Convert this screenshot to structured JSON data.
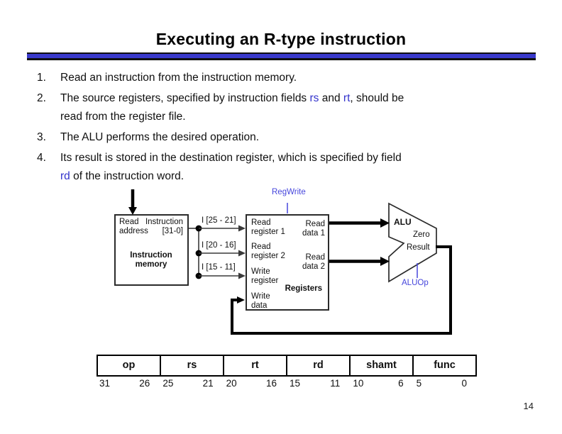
{
  "title": "Executing an R-type instruction",
  "page_number": "14",
  "colors": {
    "accent_bar": "#3A3ACC",
    "highlight_text": "#3333CC",
    "control_signal": "#4545DC"
  },
  "list": {
    "items": [
      {
        "number": "1.",
        "segments": [
          {
            "text": "Read an instruction from the instruction memory.",
            "blue": false
          }
        ]
      },
      {
        "number": "2.",
        "segments": [
          {
            "text": "The source registers, specified by instruction fields ",
            "blue": false
          },
          {
            "text": "rs",
            "blue": true
          },
          {
            "text": " and ",
            "blue": false
          },
          {
            "text": "rt",
            "blue": true
          },
          {
            "text": ", should be\nread from the register file.",
            "blue": false
          }
        ]
      },
      {
        "number": "3.",
        "segments": [
          {
            "text": "The ALU performs the desired operation.",
            "blue": false
          }
        ]
      },
      {
        "number": "4.",
        "segments": [
          {
            "text": "Its result is stored in the destination register, which is specified by field\n",
            "blue": false
          },
          {
            "text": "rd",
            "blue": true
          },
          {
            "text": " of the instruction word.",
            "blue": false
          }
        ]
      }
    ]
  },
  "diagram": {
    "control_labels": {
      "reg_write": "RegWrite",
      "alu_op": "ALUOp"
    },
    "instruction_memory": {
      "port_row1_left": "Read",
      "port_row1_right": "Instruction",
      "port_row2_left": "address",
      "port_row2_right": "[31-0]",
      "title": "Instruction\nmemory"
    },
    "wire_labels": [
      "I [25 - 21]",
      "I [20 - 16]",
      "I [15 - 11]"
    ],
    "registers": {
      "read_register_1": "Read\nregister 1",
      "read_register_2": "Read\nregister 2",
      "write_register": "Write\nregister",
      "write_data": "Write\ndata",
      "read_data_1": "Read\ndata 1",
      "read_data_2": "Read\ndata 2",
      "title": "Registers"
    },
    "alu": {
      "title": "ALU",
      "zero": "Zero",
      "result": "Result"
    }
  },
  "fields_table": {
    "fields": [
      {
        "name": "op",
        "high": "31",
        "low": "26"
      },
      {
        "name": "rs",
        "high": "25",
        "low": "21"
      },
      {
        "name": "rt",
        "high": "20",
        "low": "16"
      },
      {
        "name": "rd",
        "high": "15",
        "low": "11"
      },
      {
        "name": "shamt",
        "high": "10",
        "low": "6"
      },
      {
        "name": "func",
        "high": "5",
        "low": "0"
      }
    ]
  }
}
